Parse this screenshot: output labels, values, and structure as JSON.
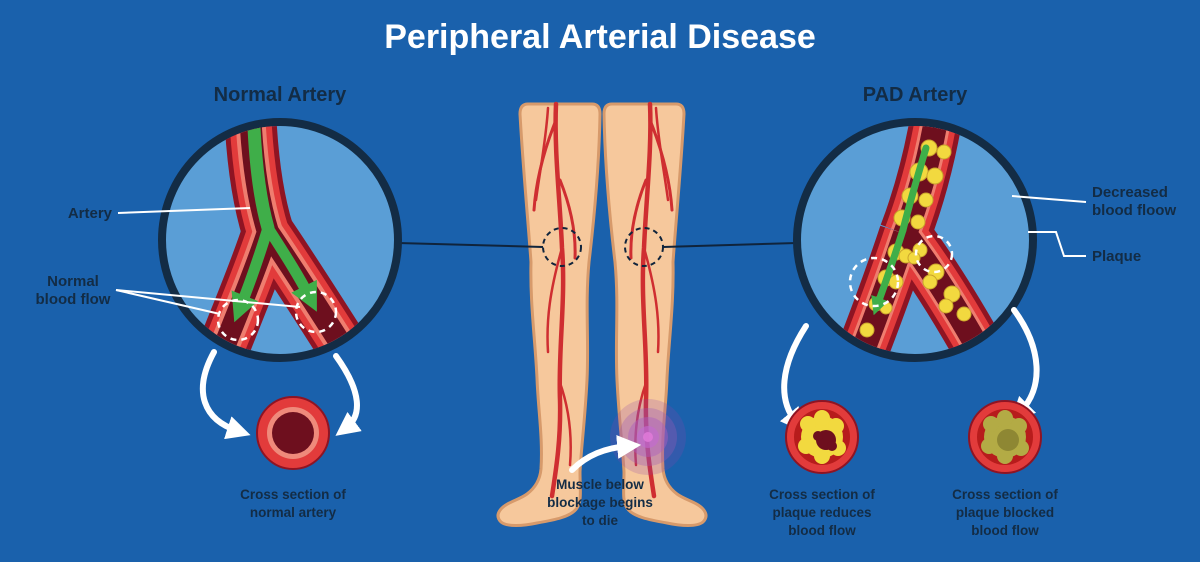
{
  "title": "Peripheral Arterial Disease",
  "left": {
    "heading": "Normal Artery",
    "artery_label": "Artery",
    "flow_label_line1": "Normal",
    "flow_label_line2": "blood flow",
    "cross_caption_line1": "Cross section of",
    "cross_caption_line2": "normal artery"
  },
  "center": {
    "caption_line1": "Muscle below",
    "caption_line2": "blockage begins",
    "caption_line3": "to die"
  },
  "right": {
    "heading": "PAD Artery",
    "decreased_label_line1": "Decreased",
    "decreased_label_line2": "blood floow",
    "plaque_label": "Plaque",
    "reduced_caption_line1": "Cross section of",
    "reduced_caption_line2": "plaque reduces",
    "reduced_caption_line3": "blood flow",
    "blocked_caption_line1": "Cross section of",
    "blocked_caption_line2": "plaque blocked",
    "blocked_caption_line3": "blood flow"
  },
  "colors": {
    "background": "#1a61ac",
    "magnifier_fill": "#5a9ed6",
    "outline_navy": "#132c45",
    "artery_red": "#e23b3b",
    "artery_dark_red": "#8f1423",
    "artery_pink": "#ef7d6f",
    "lumen_maroon": "#6e0f1e",
    "plaque_yellow": "#f2d93f",
    "plaque_olive": "#b3ab45",
    "flow_green": "#3fae49",
    "skin": "#f6c89c",
    "skin_outline": "#d79a6b",
    "glow_purple": "#a04ec0",
    "label_text": "#132c45",
    "title_text": "#ffffff"
  }
}
